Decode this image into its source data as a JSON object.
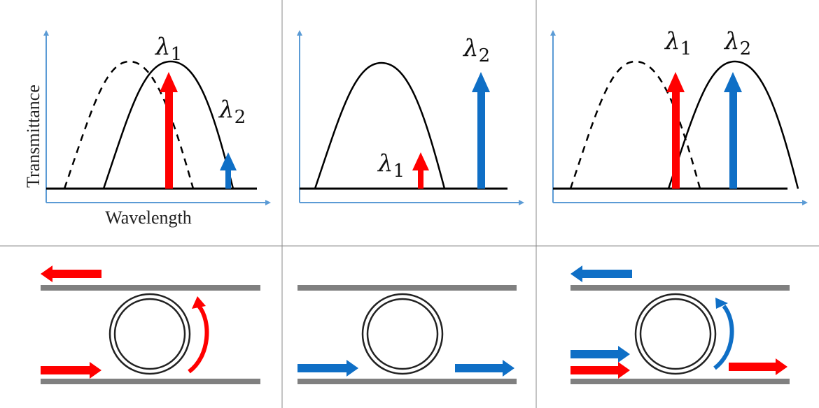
{
  "labels": {
    "lambda": "λ",
    "sub1": "1",
    "sub2": "2",
    "y_axis": "Transmittance",
    "x_axis": "Wavelength"
  },
  "colors": {
    "red": "#ff0000",
    "blue": "#0f6fc6",
    "axis": "#5b9bd5",
    "bus": "#808080"
  }
}
